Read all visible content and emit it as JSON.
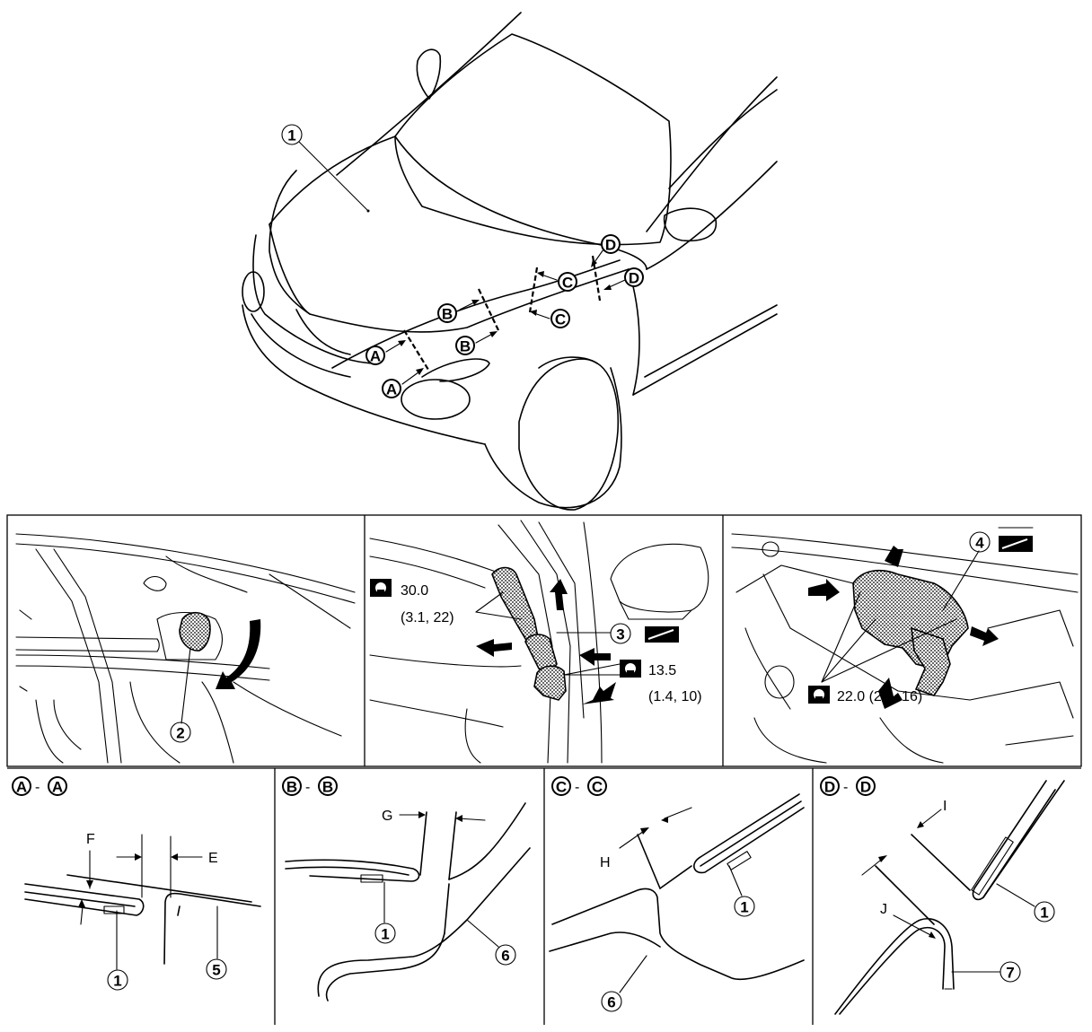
{
  "callouts": {
    "c1": "1",
    "c2": "2",
    "c3": "3",
    "c4": "4",
    "c5": "5",
    "c6": "6",
    "c7": "7"
  },
  "section_letters": {
    "a": "A",
    "b": "B",
    "c": "C",
    "d": "D"
  },
  "section_titles": {
    "aa": [
      "A",
      "A"
    ],
    "bb": [
      "B",
      "B"
    ],
    "cc": [
      "C",
      "C"
    ],
    "dd": [
      "D",
      "D"
    ],
    "dash": "-"
  },
  "dimension_labels": {
    "e": "E",
    "f": "F",
    "g": "G",
    "h": "H",
    "i": "I",
    "j": "J"
  },
  "torques": {
    "hinge_upper_value": "30.0",
    "hinge_upper_units": "(3.1, 22)",
    "hinge_lower_value": "13.5",
    "hinge_lower_units": "(1.4, 10)",
    "lock": "22.0 (2.2, 16)"
  },
  "icons": [
    "torque-wrench-icon",
    "grease-icon",
    "adjust-arrow-icon"
  ]
}
